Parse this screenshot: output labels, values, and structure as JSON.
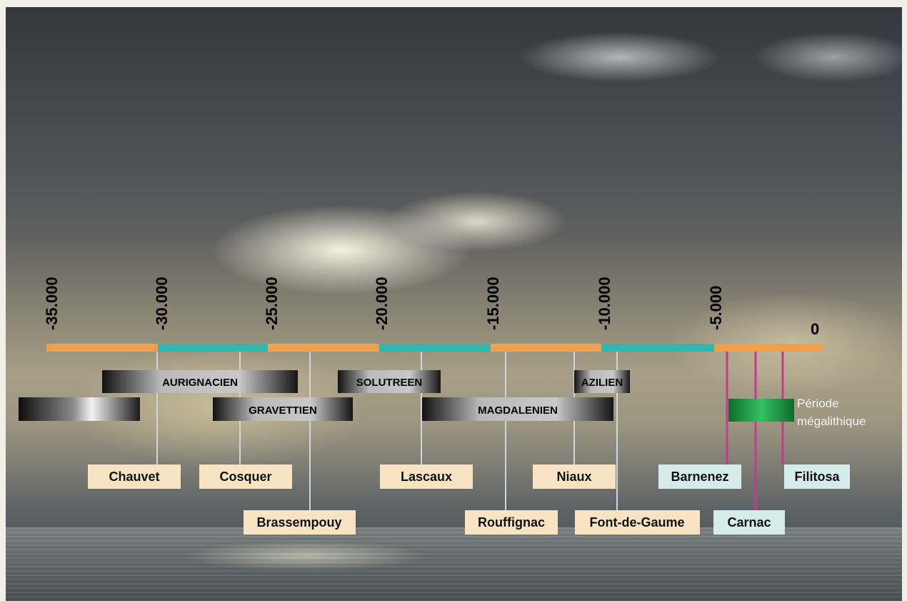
{
  "timeline": {
    "ticks": [
      "-35.000",
      "-30.000",
      "-25.000",
      "-20.000",
      "-15.000",
      "-10.000",
      "-5.000",
      "0"
    ],
    "segment_colors": [
      "#f0a04c",
      "#2db8b2"
    ]
  },
  "periods": [
    {
      "label": "AURIGNACIEN"
    },
    {
      "label": "SOLUTREEN"
    },
    {
      "label": "AZILIEN"
    },
    {
      "label": "GRAVETTIEN"
    },
    {
      "label": "MAGDALENIEN"
    },
    {
      "label": ""
    }
  ],
  "sites": [
    {
      "name": "Chauvet"
    },
    {
      "name": "Cosquer"
    },
    {
      "name": "Brassempouy"
    },
    {
      "name": "Lascaux"
    },
    {
      "name": "Rouffignac"
    },
    {
      "name": "Niaux"
    },
    {
      "name": "Font-de-Gaume"
    },
    {
      "name": "Barnenez"
    },
    {
      "name": "Carnac"
    },
    {
      "name": "Filitosa"
    }
  ],
  "megalithic": {
    "label_line1": "Période",
    "label_line2": "mégalithique",
    "color": "#1c9a45"
  },
  "colors": {
    "paleolithic_site_bg": "#f8e4c2",
    "megalithic_site_bg": "#d6ecea",
    "connector_light": "#cfd6dc",
    "connector_magenta": "#c43a8e"
  }
}
